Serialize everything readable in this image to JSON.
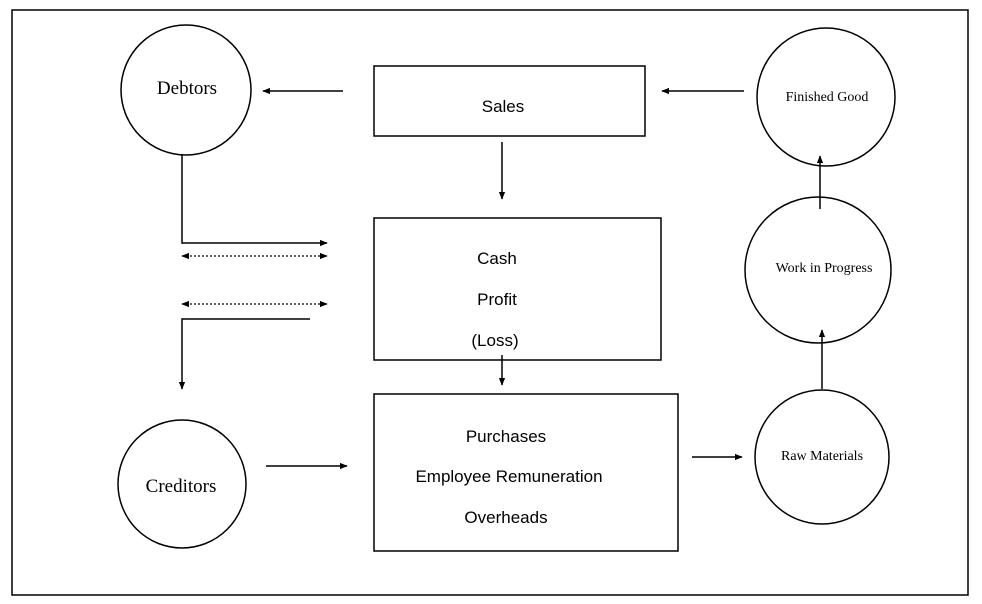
{
  "nodes": {
    "debtors": "Debtors",
    "creditors": "Creditors",
    "finished_good": "Finished Good",
    "work_in_progress": "Work in Progress",
    "raw_materials": "Raw Materials",
    "sales": "Sales",
    "cash": "Cash",
    "profit": "Profit",
    "loss": "(Loss)",
    "purchases": "Purchases",
    "employee_remuneration": "Employee Remuneration",
    "overheads": "Overheads"
  }
}
